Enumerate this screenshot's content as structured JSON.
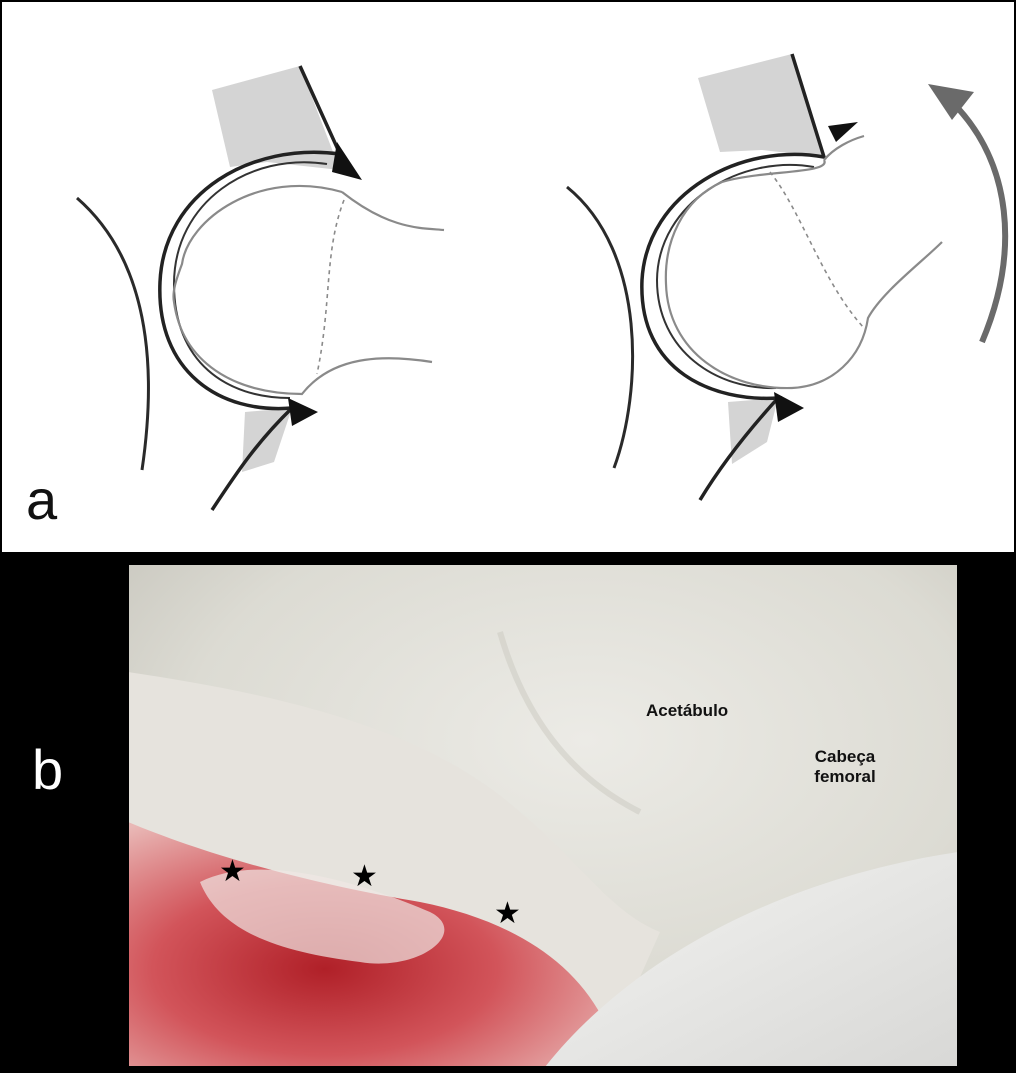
{
  "panel_a": {
    "label": "a"
  },
  "panel_b": {
    "label": "b",
    "acetabulum_label": "Acetábulo",
    "femoral_head_label": "Cabeça femoral",
    "star_glyph": "★"
  },
  "colors": {
    "line_dark": "#222222",
    "line_light": "#8a8a8a",
    "wedge_fill": "#d4d4d4",
    "arrow_gray": "#6a6a6a",
    "tissue_red": "#c9323a"
  }
}
